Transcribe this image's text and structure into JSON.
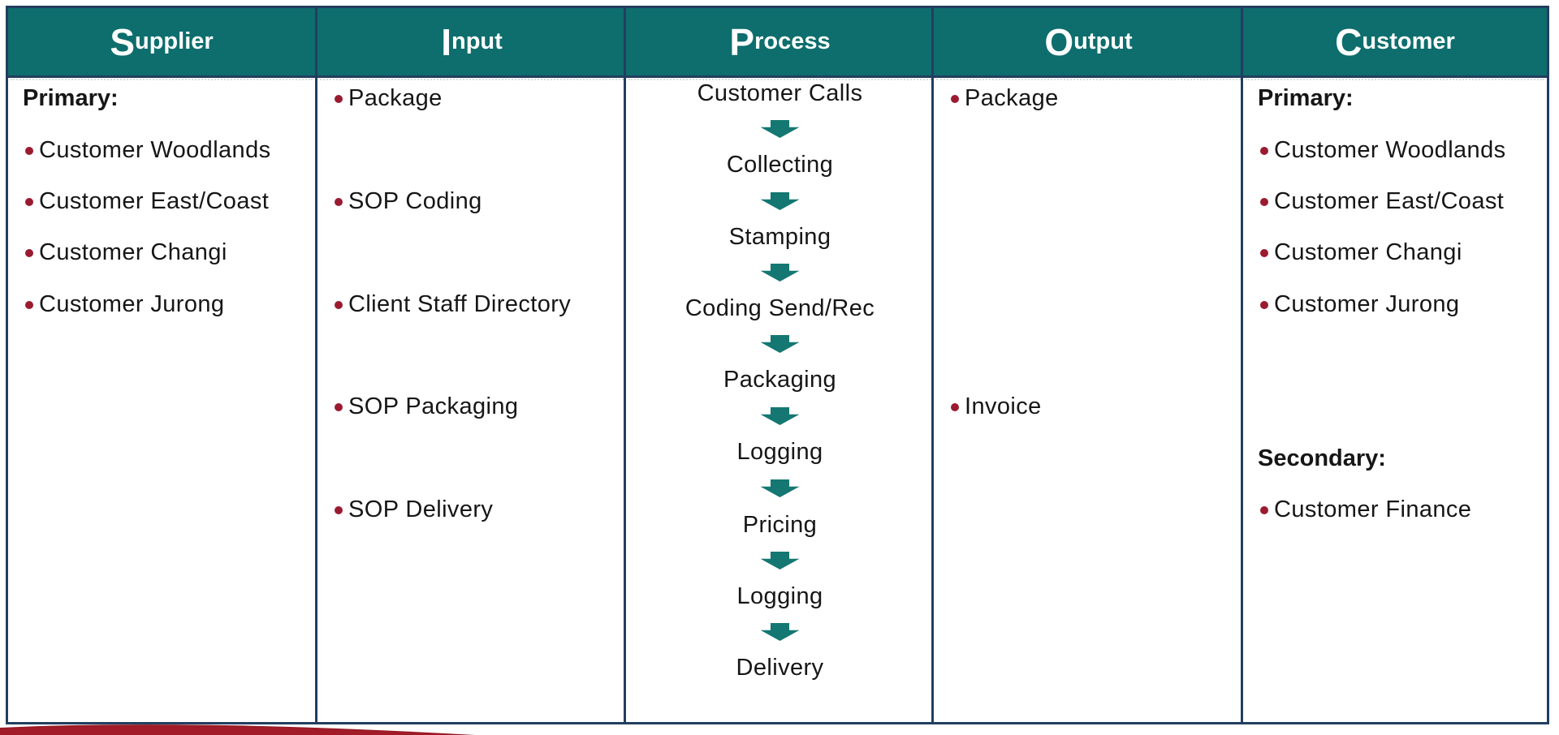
{
  "diagram": {
    "supplier": {
      "header_cap": "S",
      "header_rest": "upplier",
      "group_label": "Primary:",
      "items": [
        "Customer Woodlands",
        "Customer East/Coast",
        "Customer Changi",
        "Customer Jurong"
      ]
    },
    "input": {
      "header_cap": "I",
      "header_rest": "nput",
      "items": [
        "Package",
        "SOP Coding",
        "Client Staff Directory",
        "SOP Packaging",
        "SOP Delivery"
      ]
    },
    "process": {
      "header_cap": "P",
      "header_rest": "rocess",
      "steps": [
        "Customer Calls",
        "Collecting",
        "Stamping",
        "Coding Send/Rec",
        "Packaging",
        "Logging",
        "Pricing",
        "Logging",
        "Delivery"
      ]
    },
    "output": {
      "header_cap": "O",
      "header_rest": "utput",
      "items": [
        "Package",
        "Invoice"
      ]
    },
    "customer": {
      "header_cap": "C",
      "header_rest": "ustomer",
      "primary_label": "Primary:",
      "primary_items": [
        "Customer Woodlands",
        "Customer East/Coast",
        "Customer Changi",
        "Customer Jurong"
      ],
      "secondary_label": "Secondary:",
      "secondary_items": [
        "Customer Finance"
      ]
    },
    "colors": {
      "header_teal": "#0E6D6D",
      "border_navy": "#223E5F",
      "bullet_maroon": "#9A1B30",
      "arrow_teal": "#147772",
      "swoosh_red": "#981B26"
    }
  }
}
